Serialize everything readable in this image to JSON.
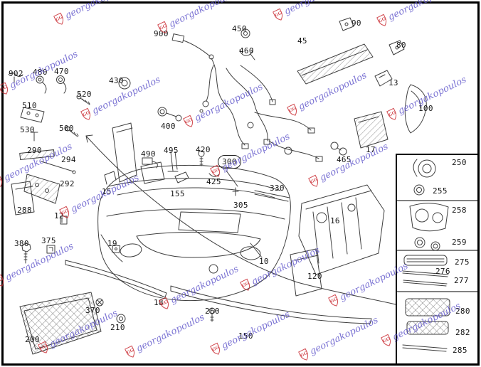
{
  "watermark": {
    "text": "georgakopoulos",
    "text_color": "#5b51c9",
    "logo_color": "#c8232a",
    "logo_icon": "gg-crest-icon"
  },
  "colors": {
    "ink": "#3f3f3f",
    "border": "#000000"
  },
  "diagram": {
    "description": "front bumper exploded parts diagram",
    "labels": {
      "900": "900",
      "450": "450",
      "460": "460",
      "45": "45",
      "90": "90",
      "80": "80",
      "902": "902",
      "480": "480",
      "470": "470",
      "430": "430",
      "520": "520",
      "510": "510",
      "500": "500",
      "530": "530",
      "400": "400",
      "13": "13",
      "100": "100",
      "17": "17",
      "465": "465",
      "290": "290",
      "294": "294",
      "292": "292",
      "288": "288",
      "12": "12",
      "490": "490",
      "495": "495",
      "420": "420",
      "300": "300",
      "425": "425",
      "305": "305",
      "330": "330",
      "155": "155",
      "15": "15",
      "380": "380",
      "375": "375",
      "19": "19",
      "370": "370",
      "200": "200",
      "210": "210",
      "18": "18",
      "260": "260",
      "150": "150",
      "10": "10",
      "120": "120",
      "16": "16",
      "250": "250",
      "255": "255",
      "258": "258",
      "259": "259",
      "275": "275",
      "276": "276",
      "277": "277",
      "280": "280",
      "282": "282",
      "285": "285"
    }
  }
}
